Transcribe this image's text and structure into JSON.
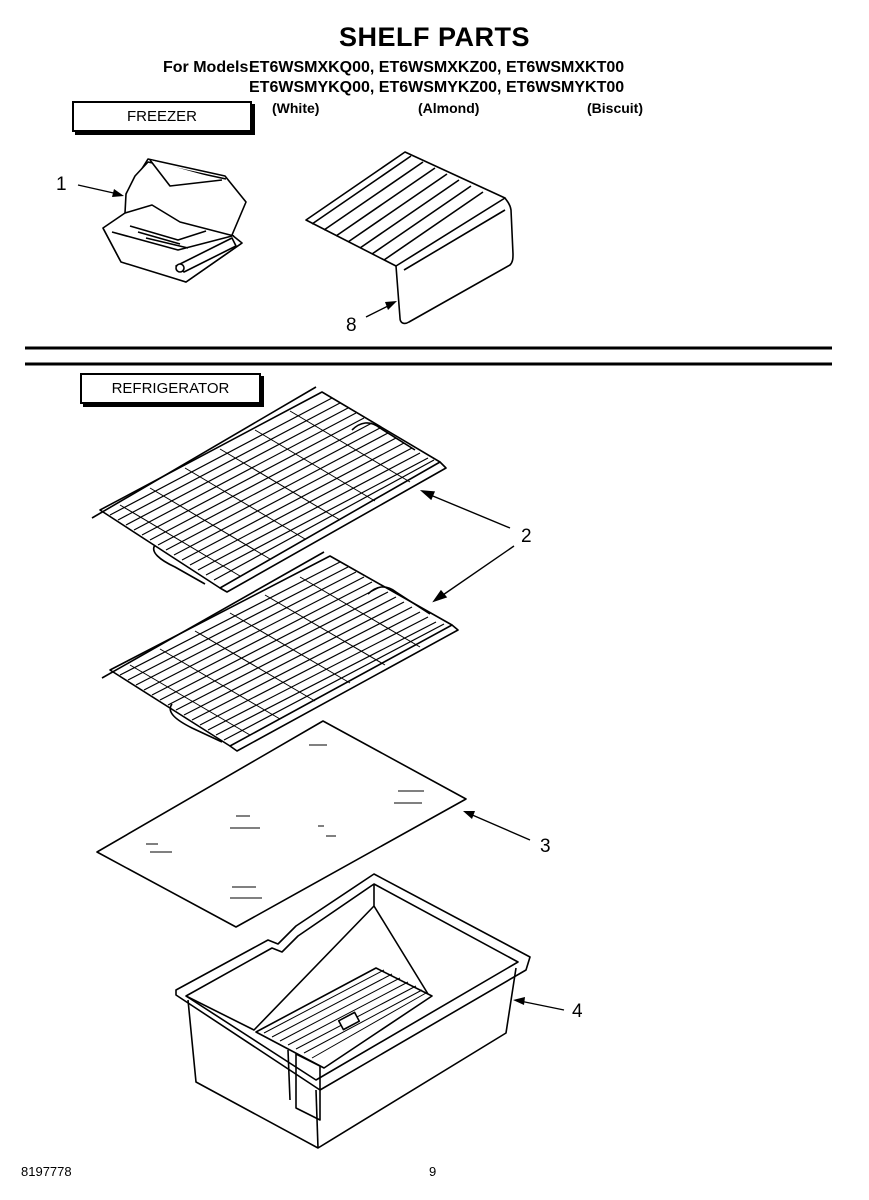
{
  "header": {
    "title": "SHELF PARTS",
    "models_label": "For Models:",
    "model_row_1": "ET6WSMXKQ00, ET6WSMXKZ00, ET6WSMXKT00",
    "model_row_2": "ET6WSMYKQ00, ET6WSMYKZ00, ET6WSMYKT00",
    "colors": [
      "(White)",
      "(Almond)",
      "(Biscuit)"
    ]
  },
  "sections": {
    "freezer": "FREEZER",
    "refrigerator": "REFRIGERATOR"
  },
  "callouts": {
    "freezer_basket": "1",
    "freezer_shelf": "8",
    "wire_shelves": "2",
    "glass_cover": "3",
    "crisper_drawer": "4"
  },
  "footer": {
    "doc_number": "8197778",
    "page_number": "9"
  }
}
